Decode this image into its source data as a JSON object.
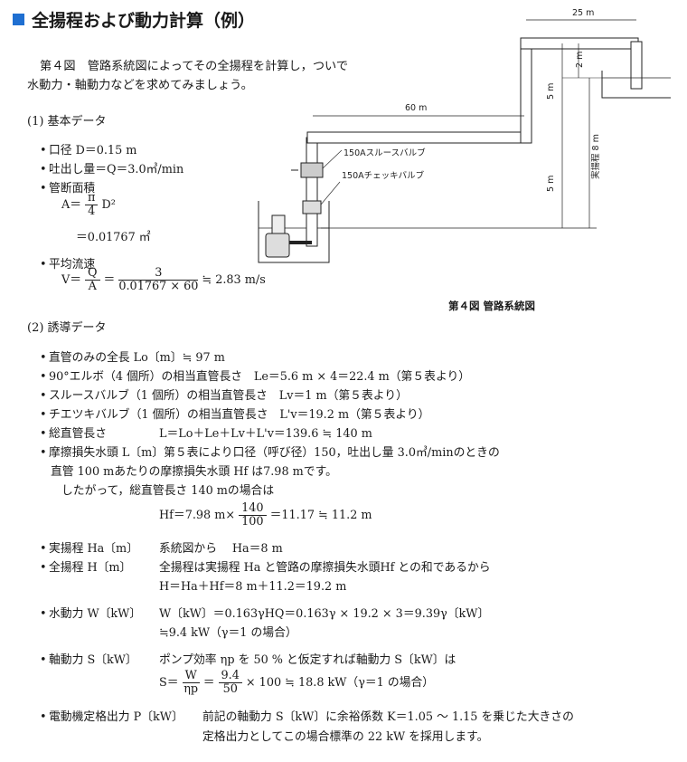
{
  "title": "全揚程および動力計算（例）",
  "intro": {
    "line1": "第４図　管路系統図によってその全揚程を計算し，ついで",
    "line2": "水動力・軸動力などを求めてみましょう。"
  },
  "basic": {
    "heading": "(1)  基本データ",
    "diameter": "口径  D＝0.15 m",
    "discharge": "吐出し量＝Q＝3.0㎥/min",
    "area_label": "管断面積",
    "area_lhs": "A＝",
    "area_num": "π",
    "area_den": "4",
    "area_rhs": "D²",
    "area_value": "＝0.01767 ㎡",
    "velocity_label": "平均流速",
    "velocity_lhs": "V＝",
    "velocity_num1": "Q",
    "velocity_den1": "A",
    "velocity_eq": "＝",
    "velocity_num2": "3",
    "velocity_den2": "0.01767 × 60",
    "velocity_result": "≒ 2.83 m/s"
  },
  "diagram": {
    "label_25m": "25 m",
    "label_2m": "2 m",
    "label_5m_top": "5 m",
    "label_60m": "60 m",
    "label_gate": "150Aスルースバルブ",
    "label_check": "150Aチェッキバルブ",
    "label_5m_bottom": "5 m",
    "label_head": "実揚程  8 m",
    "caption": "第４図  管路系統図"
  },
  "derived": {
    "heading": "(2)  誘導データ",
    "lo": "直管のみの全長 Lo〔m〕≒ 97 m",
    "le": "90°エルボ（4 個所）の相当直管長さ　Le＝5.6 m × 4＝22.4 m（第５表より）",
    "lv": "スルースバルブ（1 個所）の相当直管長さ　Lv＝1 m（第５表より）",
    "lv2": "チエツキバルブ（1 個所）の相当直管長さ　L'v＝19.2 m（第５表より）",
    "total_label": "総直管長さ",
    "total_formula": "L＝Lo＋Le＋Lv＋L'v＝139.6 ≒ 140 m",
    "friction1": "摩擦損失水頭 L〔m〕第５表により口径（呼び径）150，吐出し量 3.0㎥/minのときの",
    "friction2": "直管 100 mあたりの摩擦損失水頭 Hf は7.98 mです。",
    "friction3": "したがって，総直管長さ 140 mの場合は",
    "hf_lhs": "Hf＝7.98 m×",
    "hf_num": "140",
    "hf_den": "100",
    "hf_rhs": "＝11.17 ≒ 11.2 m",
    "ha_label": "実揚程  Ha〔m〕",
    "ha_text": "系統図から　 Ha＝8 m",
    "h_label": "全揚程  H〔m〕",
    "h_text1": "全揚程は実揚程 Ha と管路の摩擦損失水頭Hf との和であるから",
    "h_text2": "H＝Ha＋Hf＝8 m＋11.2＝19.2 m",
    "w_label": "水動力 W〔kW〕",
    "w_text1": "W〔kW〕＝0.163γHQ＝0.163γ × 19.2 × 3＝9.39γ〔kW〕",
    "w_text2": "≒9.4 kW（γ＝1 の場合）",
    "s_label": "軸動力 S〔kW〕",
    "s_text1": "ポンプ効率 ηp を 50 % と仮定すれば軸動力 S〔kW〕は",
    "s_lhs": "S＝",
    "s_num1": "W",
    "s_den1": "ηp",
    "s_eq": "＝",
    "s_num2": "9.4",
    "s_den2": "50",
    "s_rhs": "× 100 ≒ 18.8 kW（γ＝1 の場合）",
    "p_label": "電動機定格出力 P〔kW〕",
    "p_text1": "前記の軸動力 S〔kW〕に余裕係数 K＝1.05 ～ 1.15 を乗じた大きさの",
    "p_text2": "定格出力としてこの場合標準の 22 kW を採用します。"
  }
}
